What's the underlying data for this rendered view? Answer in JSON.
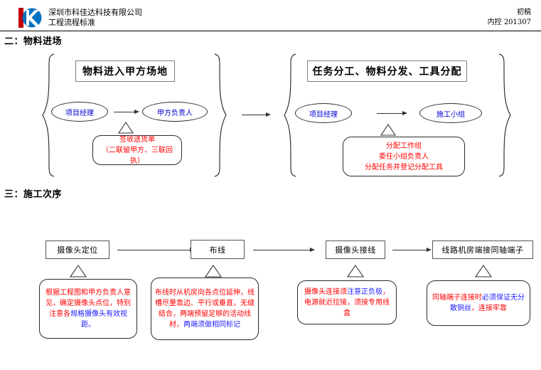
{
  "header": {
    "logo_icon": "kjd-logo-icon",
    "company_line1": "深圳市科佳达科技有限公司",
    "company_line2": "工程流程标准",
    "right_line1": "初稿",
    "right_line2": "内控 201307"
  },
  "sections": [
    {
      "id": "section-2",
      "heading": "二：物料进场"
    },
    {
      "id": "section-3",
      "heading": "三：施工次序"
    }
  ],
  "material_entry": {
    "group1": {
      "title": "物料进入甲方场地",
      "from_role": "项目经理",
      "to_role": "甲方负责人",
      "note_line1": "签收送货单",
      "note_line2": "（二联留甲方、三联回执）"
    },
    "group2": {
      "title": "任务分工、物料分发、工具分配",
      "from_role": "项目经理",
      "to_role": "施工小组",
      "note_line1": "分配工作组",
      "note_line2": "委任小组负责人",
      "note_line3": "分配任务并登记分配工具"
    }
  },
  "construction_order": {
    "steps": [
      {
        "id": "step-camera-positioning",
        "label": "摄像头定位",
        "note_red_1": "根据工程图和甲方负责人意见，确定摄像头点位，特别注意各",
        "note_blue_1": "规格摄像头有效视距。",
        "note_red_2": "",
        "marker_icon": "callout-triangle-icon"
      },
      {
        "id": "step-cabling",
        "label": "布线",
        "note_red_1": "布线时从机房向各点位延伸，线槽尽量靠边、平行或垂直，无缝结合，两端预留足够的活动线材，",
        "note_blue_1": "两端须做相同标记",
        "note_red_2": "",
        "marker_icon": "callout-triangle-icon"
      },
      {
        "id": "step-camera-wiring",
        "label": "摄像头接线",
        "note_red_1": "摄像头连接须",
        "note_blue_1": "注意正负极",
        "note_red_2": "，电源就近拉接，须接专用线盒",
        "marker_icon": "callout-triangle-icon"
      },
      {
        "id": "step-coax-terminal",
        "label": "线路机房端接同轴端子",
        "note_red_1": "同轴端子连接时",
        "note_blue_1": "必须保证无分散铜丝",
        "note_red_2": "，连接牢靠",
        "marker_icon": "callout-triangle-icon"
      }
    ]
  },
  "colors": {
    "red": "#ff0000",
    "blue": "#2020ff",
    "role_blue": "#0000d0",
    "box_gray": "#7f7f7f",
    "logo_red": "#c00000",
    "logo_blue": "#0070c0"
  }
}
